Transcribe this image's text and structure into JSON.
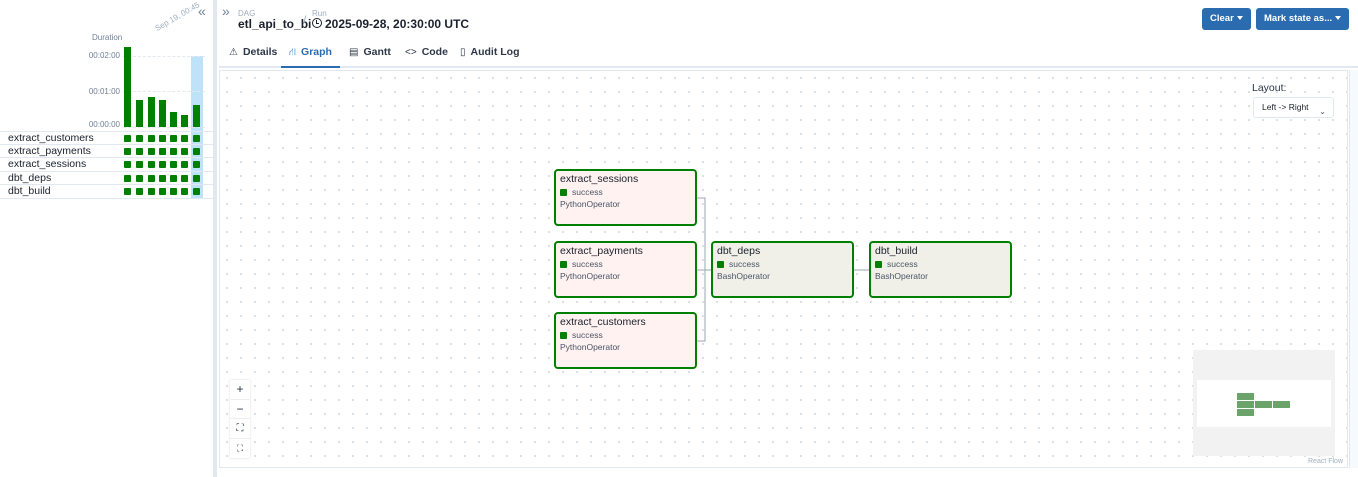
{
  "sidebar": {
    "collapse_icon": "chevrons-left-icon",
    "duration_label": "Duration",
    "date_label": "Sep 19, 00:45",
    "y_ticks": [
      "00:02:00",
      "00:01:00",
      "00:00:00"
    ],
    "tasks": [
      "extract_customers",
      "extract_payments",
      "extract_sessions",
      "dbt_deps",
      "dbt_build"
    ],
    "run_durations_s": [
      135,
      45,
      50,
      45,
      25,
      20,
      38
    ],
    "status_color": "#008000",
    "selected_color": "#bee3f8"
  },
  "header": {
    "expand_icon": "chevrons-right-icon",
    "dag_label": "DAG",
    "dag_id": "etl_api_to_bi",
    "separator": "/",
    "run_label": "Run",
    "run_id": "2025-09-28, 20:30:00 UTC",
    "clear_label": "Clear",
    "mark_state_label": "Mark state as...",
    "accent": "#2b6cb0"
  },
  "tabs": [
    {
      "label": "Details",
      "icon": "⚠"
    },
    {
      "label": "Graph",
      "icon": "⛙"
    },
    {
      "label": "Gantt",
      "icon": "▤"
    },
    {
      "label": "Code",
      "icon": "<>"
    },
    {
      "label": "Audit Log",
      "icon": "▯"
    }
  ],
  "graph": {
    "layout_label": "Layout:",
    "layout_value": "Left -> Right",
    "nodes": [
      {
        "id": "extract_sessions",
        "state": "success",
        "operator": "PythonOperator"
      },
      {
        "id": "extract_payments",
        "state": "success",
        "operator": "PythonOperator"
      },
      {
        "id": "extract_customers",
        "state": "success",
        "operator": "PythonOperator"
      },
      {
        "id": "dbt_deps",
        "state": "success",
        "operator": "BashOperator"
      },
      {
        "id": "dbt_build",
        "state": "success",
        "operator": "BashOperator"
      }
    ],
    "zoom_controls": [
      "+",
      "−",
      "⛶",
      "⛶"
    ],
    "attribution": "React Flow"
  }
}
